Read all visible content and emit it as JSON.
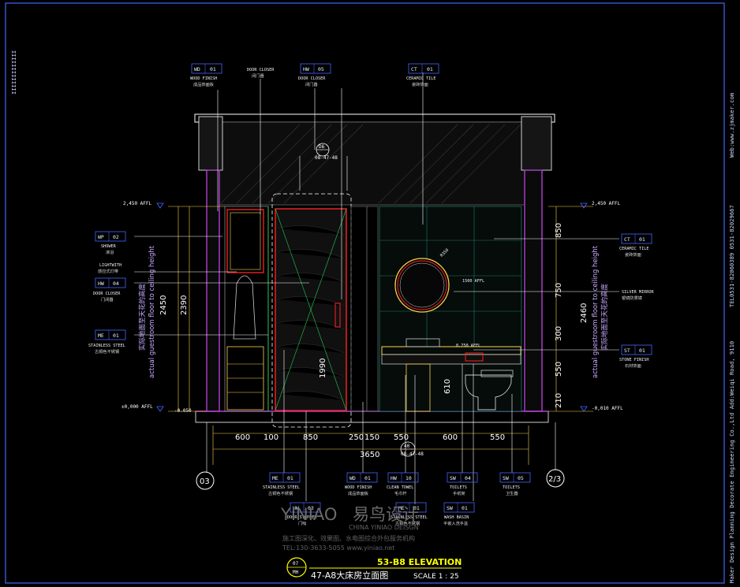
{
  "colors": {
    "background": "#000000",
    "frame": "#4466ff",
    "wall": "#b040d0",
    "door": "#ff2222",
    "leader": "#ffffff",
    "dimension": "#ffd24a",
    "accent": "#ffff00",
    "tile": "#1e7a6a"
  },
  "side_text": {
    "left_vertical": "IIIIIIIIIIIII",
    "right_company": "Maker Design Planning Decorate Engineering Co.,Ltd Add:Weiqi Road, 9110",
    "right_tel": "TEL0531-82060389  0531-82029667",
    "right_web": "Web:www.zjmaker.com"
  },
  "tags": [
    {
      "code": "WD",
      "num": "01",
      "en": "WOOD FINISH",
      "cn": "成品饰面板"
    },
    {
      "code": "HW",
      "num": "05",
      "en": "DOOR CLOSER",
      "cn": "闭门器"
    },
    {
      "code": "CT",
      "num": "01",
      "en": "CERAMIC TILE",
      "cn": "瓷砖饰面"
    },
    {
      "code": "WP",
      "num": "02",
      "en": "SHOWER",
      "cn": "淋浴"
    },
    {
      "code": "HW",
      "num": "04",
      "en": "DOOR CLOSER",
      "cn": "门闭器"
    },
    {
      "code": "ME",
      "num": "01",
      "en": "STAINLESS STEEL",
      "cn": "古铜色不锈钢"
    },
    {
      "code": "CT",
      "num": "01",
      "en": "CERAMIC TILE",
      "cn": "瓷砖饰面"
    },
    {
      "code": "ST",
      "num": "01",
      "en": "STONE FINISH",
      "cn": "石材饰面"
    },
    {
      "code": "ME",
      "num": "01",
      "en": "STAINLESS STEEL",
      "cn": "古铜色不锈钢"
    },
    {
      "code": "WD",
      "num": "01",
      "en": "WOOD FINISH",
      "cn": "成品饰面板"
    },
    {
      "code": "HW",
      "num": "10",
      "en": "CLEAN TOWEL",
      "cn": "毛巾杆"
    },
    {
      "code": "SW",
      "num": "04",
      "en": "TOILETS",
      "cn": "手纸架"
    },
    {
      "code": "SW",
      "num": "05",
      "en": "TOILETS",
      "cn": "卫生器"
    },
    {
      "code": "HW",
      "num": "03",
      "en": "DOOR STOPPER",
      "cn": "门吸"
    },
    {
      "code": "ME",
      "num": "01",
      "en": "STAINLESS STEEL",
      "cn": "古铜色不锈钢"
    },
    {
      "code": "SW",
      "num": "01",
      "en": "WASH BASIN",
      "cn": "半嵌入洗手盆"
    }
  ],
  "free_labels": {
    "door_closer_en": "DOOR CLOSER",
    "door_closer_cn": "闭门器",
    "lightwith_en": "LIGHTWITH",
    "lightwith_cn": "感应式灯带",
    "silver_mirror_en": "SILVER MIRROR",
    "silver_mirror_cn": "银镜防雾镜",
    "mirror_radius": "R350",
    "mirror_height": "1500 AFFL",
    "detail_no": "D6",
    "detail_ref": "08-47-48",
    "height_1990": "1990",
    "vanity_height": "610",
    "vanity_label": "0.750 AFFL"
  },
  "levels": {
    "left_top": "2,450 AFFL",
    "left_bottom": "±0,000 AFFL",
    "left_small": "-0.050",
    "right_top": "2,450 AFFL",
    "right_bottom": "-0,010 AFFL"
  },
  "left_dims": [
    "2450",
    "2390"
  ],
  "right_dims": [
    "850",
    "750",
    "300",
    "550",
    "210",
    "2460"
  ],
  "left_note": [
    "实际地面至天花的高度",
    "actual  guestroom floor to ceiling height"
  ],
  "right_note": [
    "实际地面至天花的高度",
    "actual  guestroom floor to ceiling height"
  ],
  "bottom_dims": [
    "600",
    "100",
    "850",
    "250",
    "150",
    "550",
    "600",
    "550"
  ],
  "total_dim": "3650",
  "section_marker": {
    "num": "40",
    "ref": "08-47-48"
  },
  "grid_left": "03",
  "grid_right": "2/3",
  "watermark": {
    "brand_lines": "YINIAO",
    "cn": "易鸟设计",
    "en": "CHINA YINIAO DEISGN",
    "services": "施工图深化、效果图、水电图综合外包服务机构",
    "phone": "TEL:130-3633-5055  www.yiniao.net"
  },
  "title": {
    "marker_num": "07",
    "marker_sheet": "MH",
    "elevation": "53-B8 ELEVATION",
    "name": "47-A8大床房立面图",
    "scale": "SCALE 1 : 25"
  }
}
